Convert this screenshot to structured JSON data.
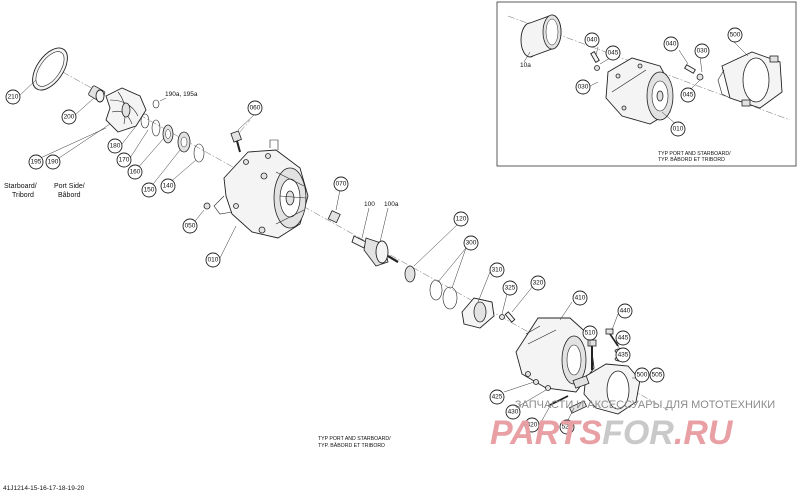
{
  "drawing_code": "41J1214-15-16-17-18-19-20",
  "inset_note": {
    "line1": "TYP PORT AND STARBOARD/",
    "line2": "TYP. BÂBORD ET TRIBORD"
  },
  "main_note": {
    "line1": "TYP PORT AND STARBOARD/",
    "line2": "TYP. BÂBORD ET TRIBORD"
  },
  "side_labels": {
    "starboard": {
      "line1": "Starboard/",
      "line2": "Tribord"
    },
    "port": {
      "line1": "Port Side/",
      "line2": "Bâbord"
    }
  },
  "text_labels": {
    "l190a": "190a, 195a",
    "l100": "100",
    "l100a": "100a",
    "l10a": "10a"
  },
  "callouts": {
    "c210": "210",
    "c200": "200",
    "c180": "180",
    "c170": "170",
    "c160": "160",
    "c150": "150",
    "c140": "140",
    "c195": "195",
    "c190": "190",
    "c060": "060",
    "c070": "070",
    "c050": "050",
    "c010": "010",
    "c120": "120",
    "c300": "300",
    "c310": "310",
    "c325": "325",
    "c320": "320",
    "c410": "410",
    "c440": "440",
    "c510": "510",
    "c445": "445",
    "c435": "435",
    "c500": "500",
    "c505": "505",
    "c425": "425",
    "c430": "430",
    "c420": "420",
    "c520": "520",
    "i040a": "040",
    "i045a": "045",
    "i030a": "030",
    "i040b": "040",
    "i030b": "030",
    "i500": "500",
    "i045b": "045",
    "i010": "010"
  },
  "watermark": {
    "caption": "ЗАПЧАСТИ И АКСЕССУАРЫ ДЛЯ МОТОТЕХНИКИ",
    "brand_part1": "PARTS",
    "brand_part2": "FOR",
    "brand_part3": ".RU"
  }
}
